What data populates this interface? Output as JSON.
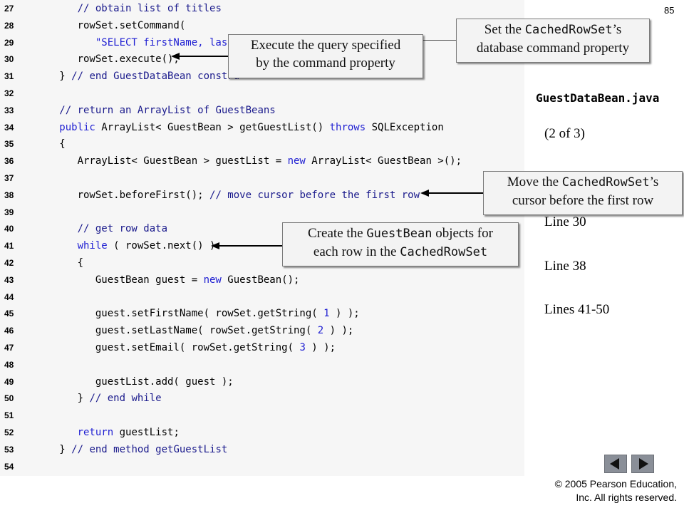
{
  "page_number": "85",
  "file_title": "GuestDataBean.java",
  "part_label": "(2 of 3)",
  "line_refs": [
    "Line 30",
    "Line 38",
    "Lines 41-50"
  ],
  "copyright": {
    "line1": "© 2005 Pearson Education,",
    "line2": "Inc.  All rights reserved."
  },
  "nav": {
    "prev_label": "previous",
    "next_label": "next"
  },
  "callouts": {
    "set_command": {
      "a": "Set the ",
      "b": "CachedRowSet",
      "c": "’s",
      "d": "database command property"
    },
    "execute": {
      "a": "Execute the query specified",
      "b": "by the command property"
    },
    "before_first": {
      "a": "Move the ",
      "b": "CachedRowSet",
      "c": "’s",
      "d": "cursor before the first row"
    },
    "guest_beans": {
      "a": "Create the ",
      "b": "GuestBean",
      "c": " objects for",
      "d": "each row in the ",
      "e": "CachedRowSet"
    }
  },
  "code": [
    {
      "n": "27",
      "parts": [
        [
          "",
          "      "
        ],
        [
          "cm",
          "// obtain list of titles"
        ]
      ]
    },
    {
      "n": "28",
      "parts": [
        [
          "",
          "      rowSet.setCommand("
        ]
      ]
    },
    {
      "n": "29",
      "parts": [
        [
          "",
          "         "
        ],
        [
          "str",
          "\"SELECT firstName, lastN"
        ]
      ]
    },
    {
      "n": "30",
      "parts": [
        [
          "",
          "      rowSet.execute();"
        ]
      ]
    },
    {
      "n": "31",
      "parts": [
        [
          "",
          "   } "
        ],
        [
          "cm",
          "// end GuestDataBean constru"
        ]
      ]
    },
    {
      "n": "32",
      "parts": []
    },
    {
      "n": "33",
      "parts": [
        [
          "",
          "   "
        ],
        [
          "cm",
          "// return an ArrayList of GuestBeans"
        ]
      ]
    },
    {
      "n": "34",
      "parts": [
        [
          "kw",
          "   public"
        ],
        [
          "",
          " ArrayList< GuestBean > getGuestList() "
        ],
        [
          "kw",
          "throws"
        ],
        [
          "",
          " SQLException"
        ]
      ]
    },
    {
      "n": "35",
      "parts": [
        [
          "",
          "   {"
        ]
      ]
    },
    {
      "n": "36",
      "parts": [
        [
          "",
          "      ArrayList< GuestBean > guestList = "
        ],
        [
          "kw",
          "new"
        ],
        [
          "",
          " ArrayList< GuestBean >();"
        ]
      ]
    },
    {
      "n": "37",
      "parts": []
    },
    {
      "n": "38",
      "parts": [
        [
          "",
          "      rowSet.beforeFirst(); "
        ],
        [
          "cm",
          "// move cursor before the first row"
        ]
      ]
    },
    {
      "n": "39",
      "parts": []
    },
    {
      "n": "40",
      "parts": [
        [
          "",
          "      "
        ],
        [
          "cm",
          "// get row data"
        ]
      ]
    },
    {
      "n": "41",
      "parts": [
        [
          "kw",
          "      while"
        ],
        [
          "",
          " ( rowSet.next() )"
        ]
      ]
    },
    {
      "n": "42",
      "parts": [
        [
          "",
          "      {"
        ]
      ]
    },
    {
      "n": "43",
      "parts": [
        [
          "",
          "         GuestBean guest = "
        ],
        [
          "kw",
          "new"
        ],
        [
          "",
          " GuestBean();"
        ]
      ]
    },
    {
      "n": "44",
      "parts": []
    },
    {
      "n": "45",
      "parts": [
        [
          "",
          "         guest.setFirstName( rowSet.getString( "
        ],
        [
          "num",
          "1"
        ],
        [
          "",
          " ) );"
        ]
      ]
    },
    {
      "n": "46",
      "parts": [
        [
          "",
          "         guest.setLastName( rowSet.getString( "
        ],
        [
          "num",
          "2"
        ],
        [
          "",
          " ) );"
        ]
      ]
    },
    {
      "n": "47",
      "parts": [
        [
          "",
          "         guest.setEmail( rowSet.getString( "
        ],
        [
          "num",
          "3"
        ],
        [
          "",
          " ) );"
        ]
      ]
    },
    {
      "n": "48",
      "parts": []
    },
    {
      "n": "49",
      "parts": [
        [
          "",
          "         guestList.add( guest );"
        ]
      ]
    },
    {
      "n": "50",
      "parts": [
        [
          "",
          "      } "
        ],
        [
          "cm",
          "// end while"
        ]
      ]
    },
    {
      "n": "51",
      "parts": []
    },
    {
      "n": "52",
      "parts": [
        [
          "kw",
          "      return"
        ],
        [
          "",
          " guestList;"
        ]
      ]
    },
    {
      "n": "53",
      "parts": [
        [
          "",
          "   } "
        ],
        [
          "cm",
          "// end method getGuestList"
        ]
      ]
    },
    {
      "n": "54",
      "parts": []
    }
  ]
}
